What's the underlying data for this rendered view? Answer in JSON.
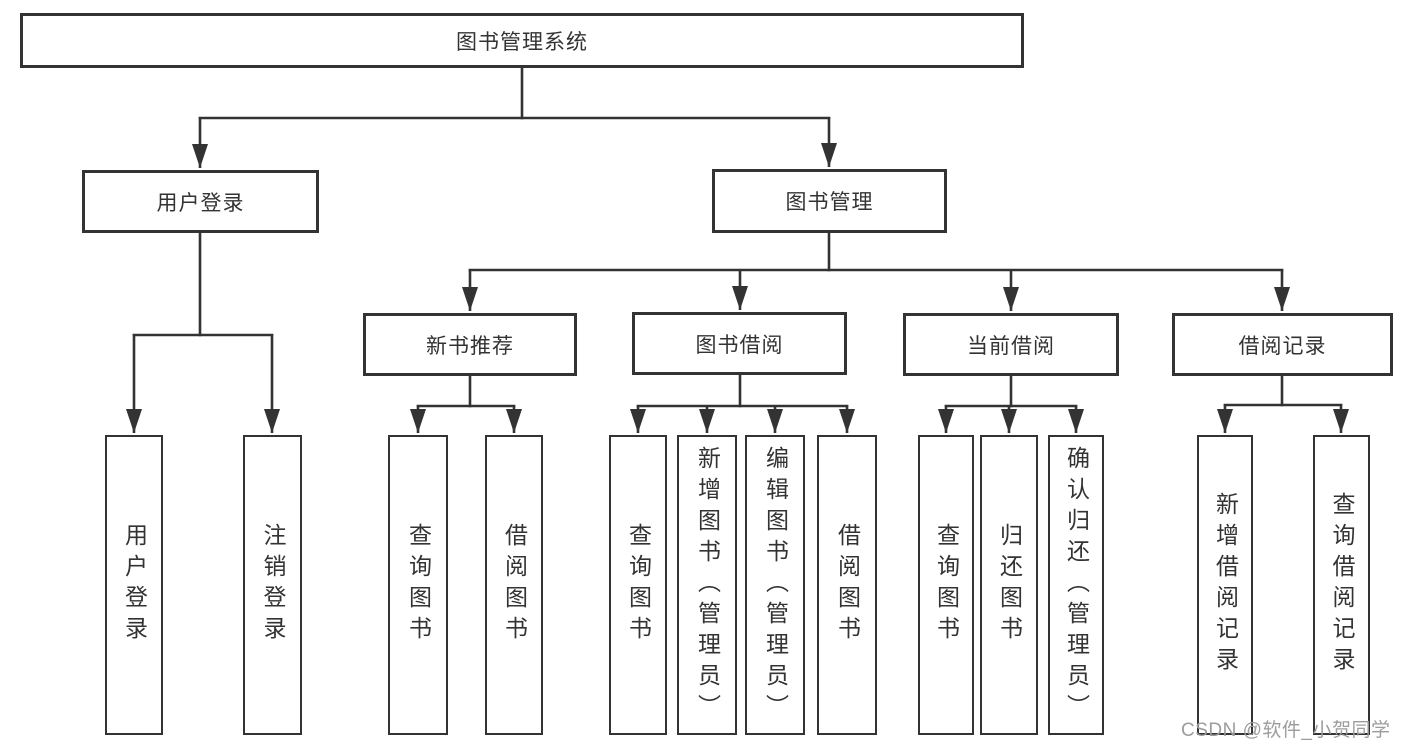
{
  "diagram_title": "图书管理系统",
  "colors": {
    "line": "#333333",
    "box_border": "#333333",
    "text": "#333333",
    "background": "#ffffff",
    "watermark": "#9c9c9c"
  },
  "nodes": {
    "root": {
      "label": "图书管理系统"
    },
    "user_login": {
      "label": "用户登录"
    },
    "book_mgmt": {
      "label": "图书管理"
    },
    "new_book_rec": {
      "label": "新书推荐"
    },
    "book_borrow": {
      "label": "图书借阅"
    },
    "current_borrow": {
      "label": "当前借阅"
    },
    "borrow_records": {
      "label": "借阅记录"
    },
    "leaf_user_login": {
      "label": "用户登录"
    },
    "leaf_logout": {
      "label": "注销登录"
    },
    "nb_query": {
      "label": "查询图书"
    },
    "nb_borrow": {
      "label": "借阅图书"
    },
    "bb_query": {
      "label": "查询图书"
    },
    "bb_add": {
      "label": "新增图书（管理员）"
    },
    "bb_edit": {
      "label": "编辑图书（管理员）"
    },
    "bb_borrow": {
      "label": "借阅图书"
    },
    "cb_query": {
      "label": "查询图书"
    },
    "cb_return": {
      "label": "归还图书"
    },
    "cb_confirm": {
      "label": "确认归还（管理员）"
    },
    "br_add": {
      "label": "新增借阅记录"
    },
    "br_query": {
      "label": "查询借阅记录"
    }
  },
  "hierarchy": {
    "图书管理系统": [
      "用户登录",
      "图书管理"
    ],
    "用户登录": [
      "用户登录",
      "注销登录"
    ],
    "图书管理": [
      "新书推荐",
      "图书借阅",
      "当前借阅",
      "借阅记录"
    ],
    "新书推荐": [
      "查询图书",
      "借阅图书"
    ],
    "图书借阅": [
      "查询图书",
      "新增图书（管理员）",
      "编辑图书（管理员）",
      "借阅图书"
    ],
    "当前借阅": [
      "查询图书",
      "归还图书",
      "确认归还（管理员）"
    ],
    "借阅记录": [
      "新增借阅记录",
      "查询借阅记录"
    ]
  },
  "watermark": {
    "text": "CSDN @软件_小贺同学"
  }
}
